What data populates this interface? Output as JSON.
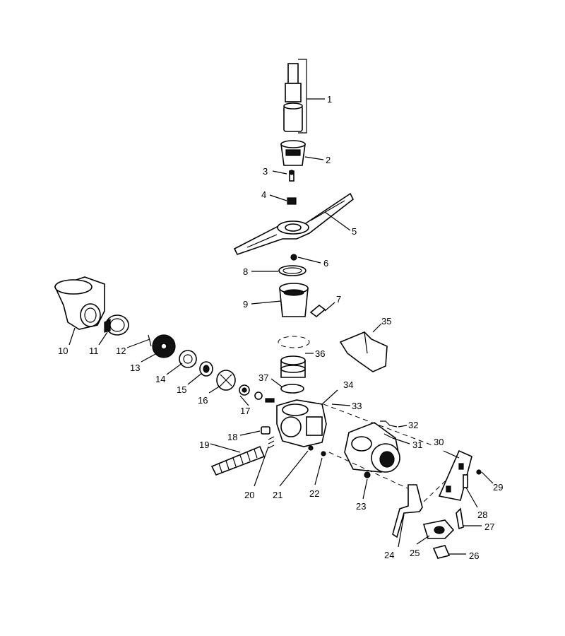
{
  "diagram": {
    "callouts": [
      {
        "id": "c1",
        "text": "1"
      },
      {
        "id": "c2",
        "text": "2"
      },
      {
        "id": "c3",
        "text": "3"
      },
      {
        "id": "c4",
        "text": "4"
      },
      {
        "id": "c5",
        "text": "5"
      },
      {
        "id": "c6",
        "text": "6"
      },
      {
        "id": "c7",
        "text": "7"
      },
      {
        "id": "c8",
        "text": "8"
      },
      {
        "id": "c9",
        "text": "9"
      },
      {
        "id": "c10",
        "text": "10"
      },
      {
        "id": "c11",
        "text": "11"
      },
      {
        "id": "c12",
        "text": "12"
      },
      {
        "id": "c13",
        "text": "13"
      },
      {
        "id": "c14",
        "text": "14"
      },
      {
        "id": "c15",
        "text": "15"
      },
      {
        "id": "c16",
        "text": "16"
      },
      {
        "id": "c17",
        "text": "17"
      },
      {
        "id": "c18",
        "text": "18"
      },
      {
        "id": "c19",
        "text": "19"
      },
      {
        "id": "c20",
        "text": "20"
      },
      {
        "id": "c21",
        "text": "21"
      },
      {
        "id": "c22",
        "text": "22"
      },
      {
        "id": "c23",
        "text": "23"
      },
      {
        "id": "c24",
        "text": "24"
      },
      {
        "id": "c25",
        "text": "25"
      },
      {
        "id": "c26",
        "text": "26"
      },
      {
        "id": "c27",
        "text": "27"
      },
      {
        "id": "c28",
        "text": "28"
      },
      {
        "id": "c29",
        "text": "29"
      },
      {
        "id": "c30",
        "text": "30"
      },
      {
        "id": "c31",
        "text": "31"
      },
      {
        "id": "c32",
        "text": "32"
      },
      {
        "id": "c33",
        "text": "33"
      },
      {
        "id": "c34",
        "text": "34"
      },
      {
        "id": "c35",
        "text": "35"
      },
      {
        "id": "c36",
        "text": "36"
      },
      {
        "id": "c37",
        "text": "37"
      }
    ]
  }
}
